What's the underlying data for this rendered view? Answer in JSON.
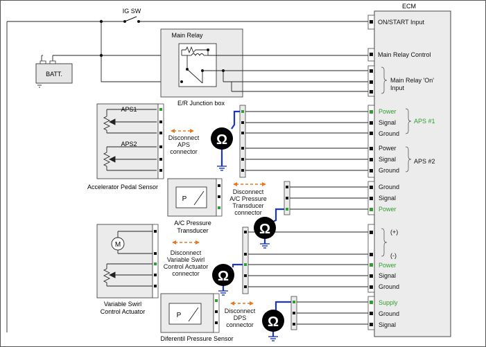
{
  "labels": {
    "ig_sw": "IG SW",
    "ecm": "ECM",
    "batt": "BATT.",
    "main_relay": "Main Relay",
    "junction_box": "E/R Junction box",
    "aps1": "APS1",
    "aps2": "APS2",
    "accel_pedal_sensor": "Accelerator Pedal Sensor",
    "ac_pressure_transducer_l1": "A/C Pressure",
    "ac_pressure_transducer_l2": "Transducer",
    "vsca_l1": "Variable Swirl",
    "vsca_l2": "Control Actuator",
    "dps_name": "Diferentil Pressure Sensor",
    "p_symbol": "P",
    "m_symbol": "M",
    "ohm_symbol": "Ω"
  },
  "ecm_pins": {
    "on_start_input": "ON/START Input",
    "main_relay_control": "Main Relay Control",
    "main_relay_on_input_l1": "Main Relay 'On'",
    "main_relay_on_input_l2": "Input",
    "aps1_power": "Power",
    "aps1_signal": "Signal",
    "aps1_ground": "Ground",
    "aps2_power": "Power",
    "aps2_signal": "Signal",
    "aps2_ground": "Ground",
    "ac_ground": "Ground",
    "ac_signal": "Signal",
    "ac_power": "Power",
    "vsca_plus": "(+)",
    "vsca_minus": "(-)",
    "vsca_power": "Power",
    "vsca_signal": "Signal",
    "vsca_ground": "Ground",
    "dps_supply": "Supply",
    "dps_ground": "Ground",
    "dps_signal": "Signal",
    "aps1_group": "APS #1",
    "aps2_group": "APS #2"
  },
  "instructions": {
    "aps_l1": "Disconnect",
    "aps_l2": "APS",
    "aps_l3": "connector",
    "ac_l1": "Disconnect",
    "ac_l2": "A/C Pressure",
    "ac_l3": "Transducer",
    "ac_l4": "connector",
    "vsca_l1": "Disconnect",
    "vsca_l2": "Variable Swirl",
    "vsca_l3": "Control Actuator",
    "vsca_l4": "connector",
    "dps_l1": "Disconnect",
    "dps_l2": "DPS",
    "dps_l3": "connector"
  },
  "colors": {
    "green_label": "#2e9e2e",
    "orange_arrow": "#e87722",
    "blue_probe": "#1a35c8",
    "box_fill": "#ebebeb",
    "ecm_fill": "#ececec"
  }
}
